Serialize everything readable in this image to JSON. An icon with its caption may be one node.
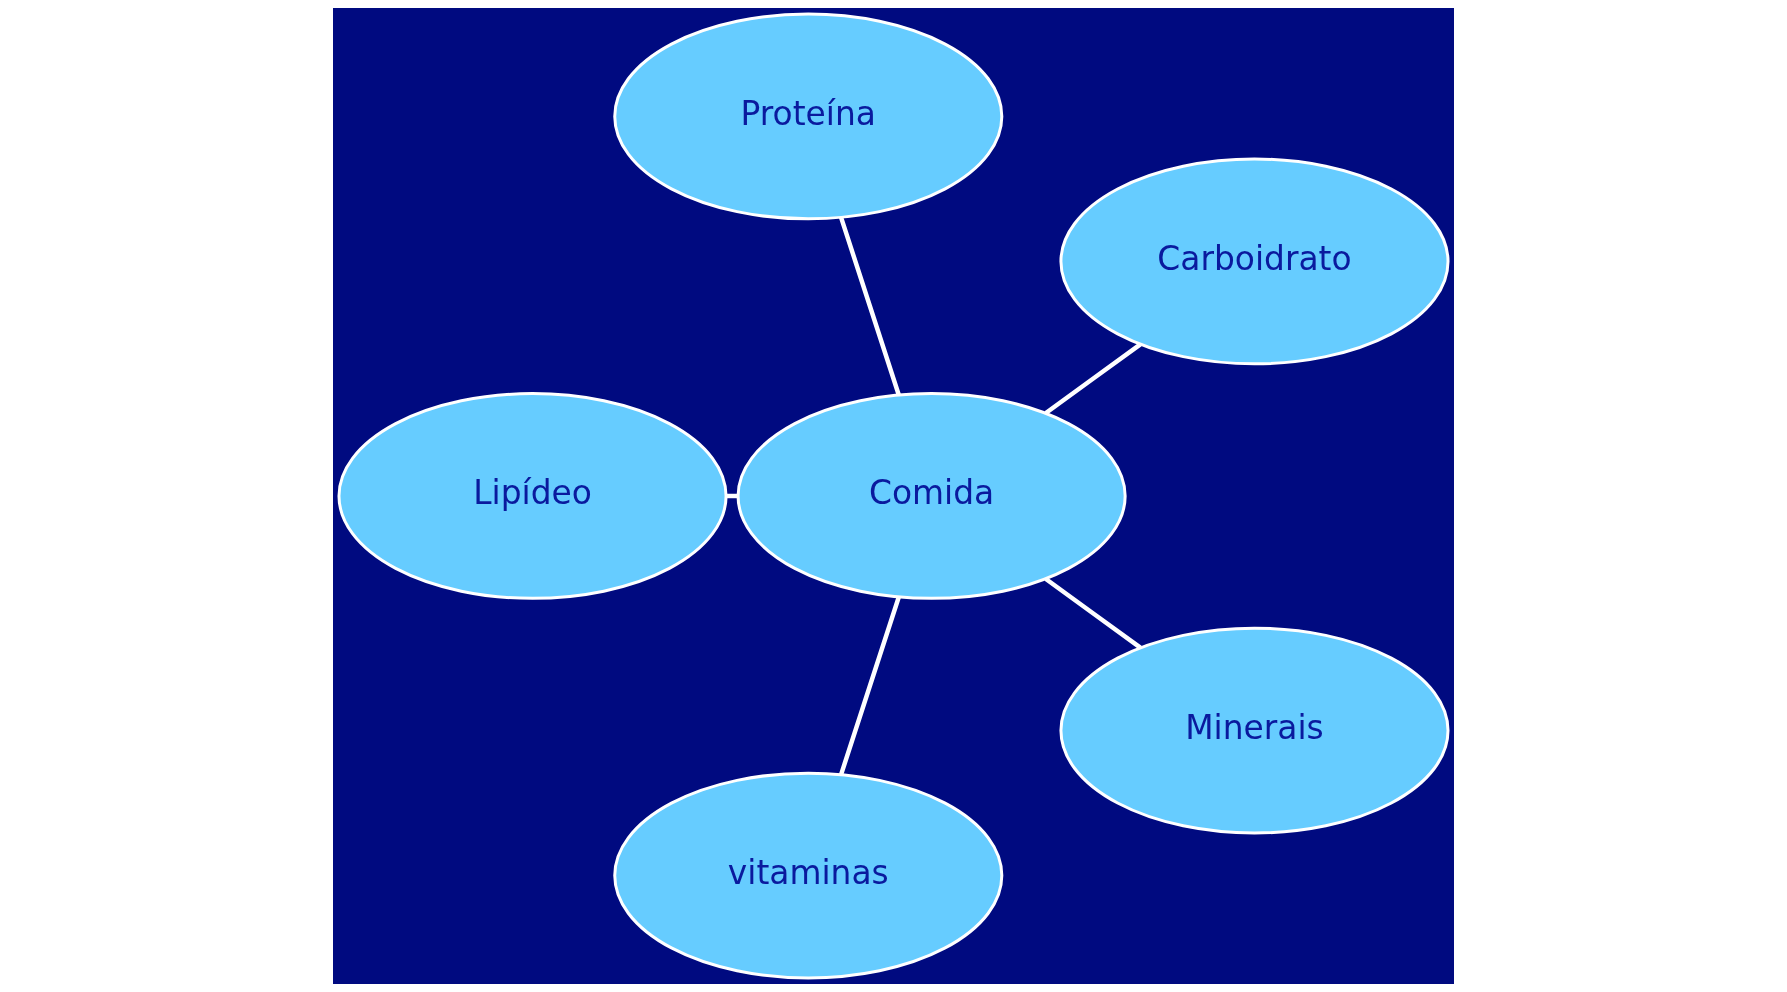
{
  "diagram": {
    "nodes": [
      {
        "text": [
          "Carboidrato"
        ]
      },
      {
        "text": [
          "Proteína"
        ]
      },
      {
        "text": [
          "Comida"
        ]
      },
      {
        "text": [
          "Lipídeo"
        ]
      },
      {
        "text": [
          "vitaminas"
        ]
      },
      {
        "text": [
          "Minerais"
        ]
      }
    ],
    "edges": [
      {
        "from": 2,
        "to": 0,
        "arrow": "none"
      },
      {
        "from": 2,
        "to": 1,
        "arrow": "none"
      },
      {
        "from": 2,
        "to": 3,
        "arrow": "none"
      },
      {
        "from": 2,
        "to": 4,
        "arrow": "none"
      },
      {
        "from": 2,
        "to": 5,
        "arrow": "none"
      }
    ]
  }
}
